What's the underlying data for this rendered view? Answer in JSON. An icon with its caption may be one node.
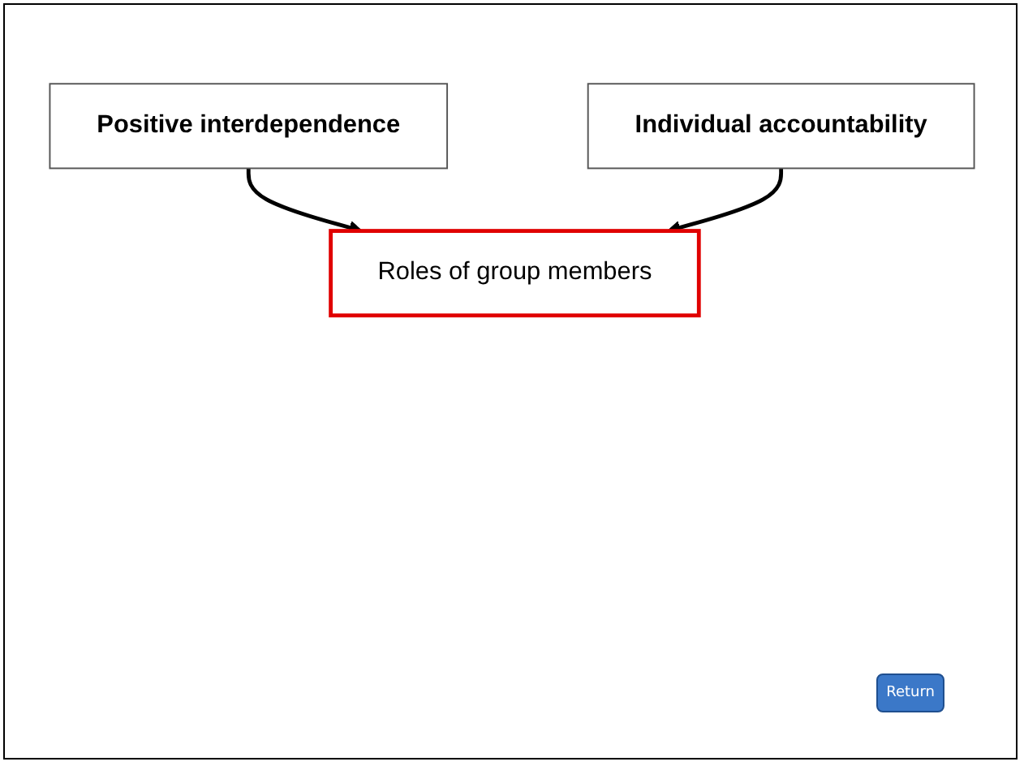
{
  "diagram": {
    "nodes": [
      {
        "text": [
          "Positive interdependence"
        ]
      },
      {
        "text": [
          "Individual accountability"
        ]
      },
      {
        "text": [
          "Roles of group members"
        ]
      }
    ],
    "edges": [
      {
        "from": 0,
        "to": 2,
        "arrow": "to"
      },
      {
        "from": 1,
        "to": 2,
        "arrow": "to"
      }
    ],
    "labels": [
      "Return"
    ]
  }
}
